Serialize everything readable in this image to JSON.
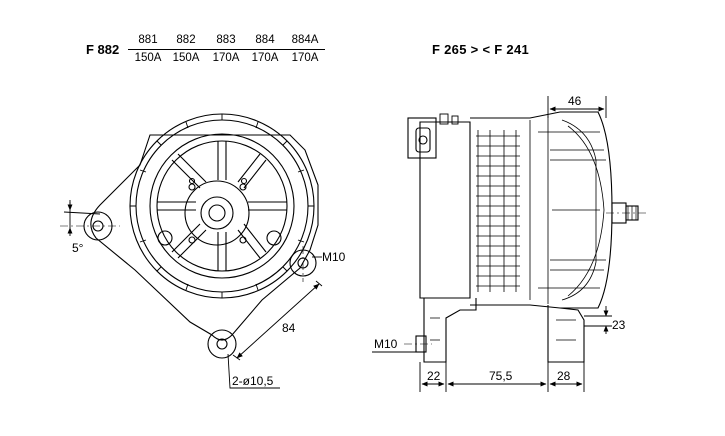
{
  "header": {
    "model": "F 882",
    "variants": [
      {
        "code": "881",
        "rating": "150A"
      },
      {
        "code": "882",
        "rating": "150A"
      },
      {
        "code": "883",
        "rating": "170A"
      },
      {
        "code": "884",
        "rating": "170A"
      },
      {
        "code": "884A",
        "rating": "170A"
      }
    ],
    "side_view_label": "F 265 > < F 241"
  },
  "front_view": {
    "angle_label": "5°",
    "thread_label": "M10",
    "dim_84": "84",
    "hole_label": "2-ø10,5"
  },
  "side_view": {
    "dim_46": "46",
    "dim_23": "23",
    "thread_label": "M10",
    "dim_22": "22",
    "dim_75_5": "75,5",
    "dim_28": "28"
  }
}
